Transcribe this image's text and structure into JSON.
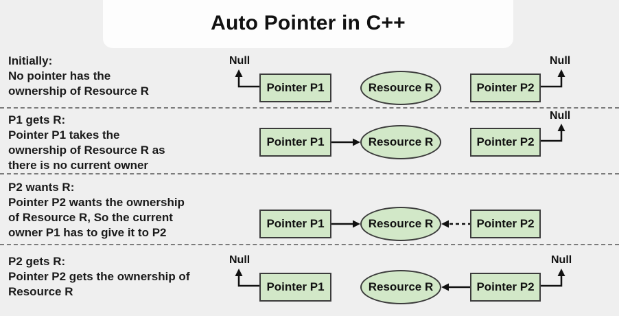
{
  "title": "Auto Pointer in C++",
  "colors": {
    "background": "#efefef",
    "title_panel": "#fdfdfd",
    "node_fill": "#d2e8c8",
    "node_border": "#3b3b3b",
    "arrow": "#111111",
    "separator": "#7b7b7b",
    "text": "#1a1a1a"
  },
  "rows": [
    {
      "heading": "Initially:",
      "lines": {
        "l1": "No pointer has the",
        "l2": "ownership of Resource R"
      },
      "nodes": {
        "p1": "Pointer P1",
        "resource": "Resource R",
        "p2": "Pointer P2"
      },
      "nulls": {
        "p1": "Null",
        "p2": "Null"
      }
    },
    {
      "heading": "P1 gets R:",
      "lines": {
        "l1": "Pointer P1 takes the",
        "l2": "ownership of Resource R as",
        "l3": "there is no current owner"
      },
      "nodes": {
        "p1": "Pointer P1",
        "resource": "Resource R",
        "p2": "Pointer P2"
      },
      "nulls": {
        "p2": "Null"
      }
    },
    {
      "heading": "P2 wants R:",
      "lines": {
        "l1": "Pointer P2 wants the ownership",
        "l2": "of Resource R, So the current",
        "l3": "owner P1 has to give it to P2"
      },
      "nodes": {
        "p1": "Pointer P1",
        "resource": "Resource R",
        "p2": "Pointer P2"
      },
      "nulls": {}
    },
    {
      "heading": "P2 gets R:",
      "lines": {
        "l1": "Pointer P2 gets the ownership of",
        "l2": "Resource R"
      },
      "nodes": {
        "p1": "Pointer P1",
        "resource": "Resource R",
        "p2": "Pointer P2"
      },
      "nulls": {
        "p1": "Null",
        "p2": "Null"
      }
    }
  ]
}
